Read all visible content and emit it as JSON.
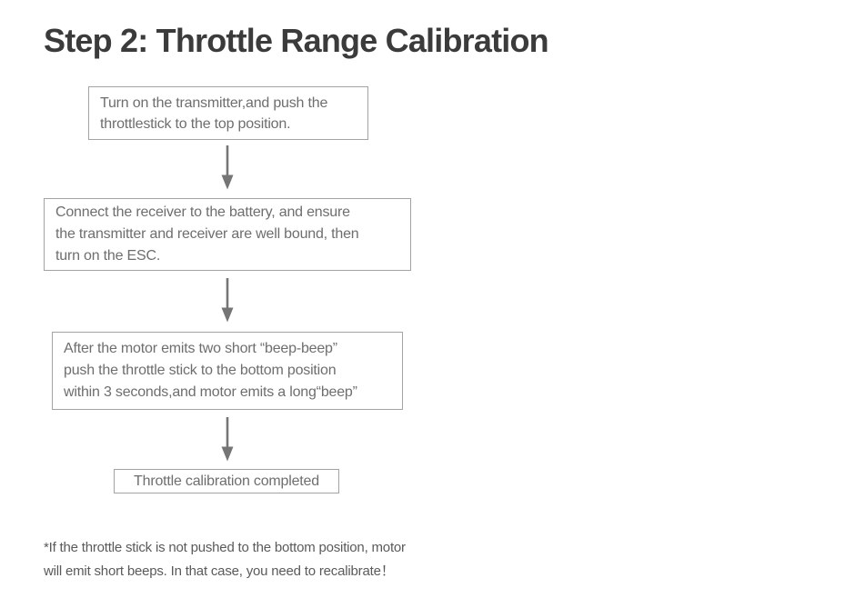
{
  "page": {
    "title": "Step 2: Throttle Range Calibration"
  },
  "flowchart": {
    "type": "vertical-flow",
    "steps": [
      {
        "name": "step-transmitter-on",
        "lines": [
          "Turn on the transmitter,and push the",
          "throttlestick to the top position."
        ]
      },
      {
        "name": "step-connect-receiver",
        "lines": [
          "Connect the receiver to the battery, and ensure",
          "the transmitter and receiver are well bound, then",
          "turn on the ESC."
        ]
      },
      {
        "name": "step-beep-beep",
        "lines": [
          "After the motor emits two short “beep-beep”",
          "push the throttle stick to the bottom position",
          "within 3 seconds,and motor emits a long“beep”"
        ]
      },
      {
        "name": "step-completed",
        "lines": [
          "Throttle calibration completed"
        ]
      }
    ],
    "connector_icon": "arrow-down-icon",
    "connector_count": 3
  },
  "footnote": {
    "lines": [
      "*If the throttle stick is not pushed to the bottom position, motor",
      "will emit short beeps. In that case, you need to recalibrate！"
    ]
  },
  "colors": {
    "title_text": "#3b3b3b",
    "box_border": "#a3a3a3",
    "box_text": "#6e6e6e",
    "arrow": "#757575",
    "footnote_text": "#5a5a5a",
    "background": "#ffffff"
  }
}
